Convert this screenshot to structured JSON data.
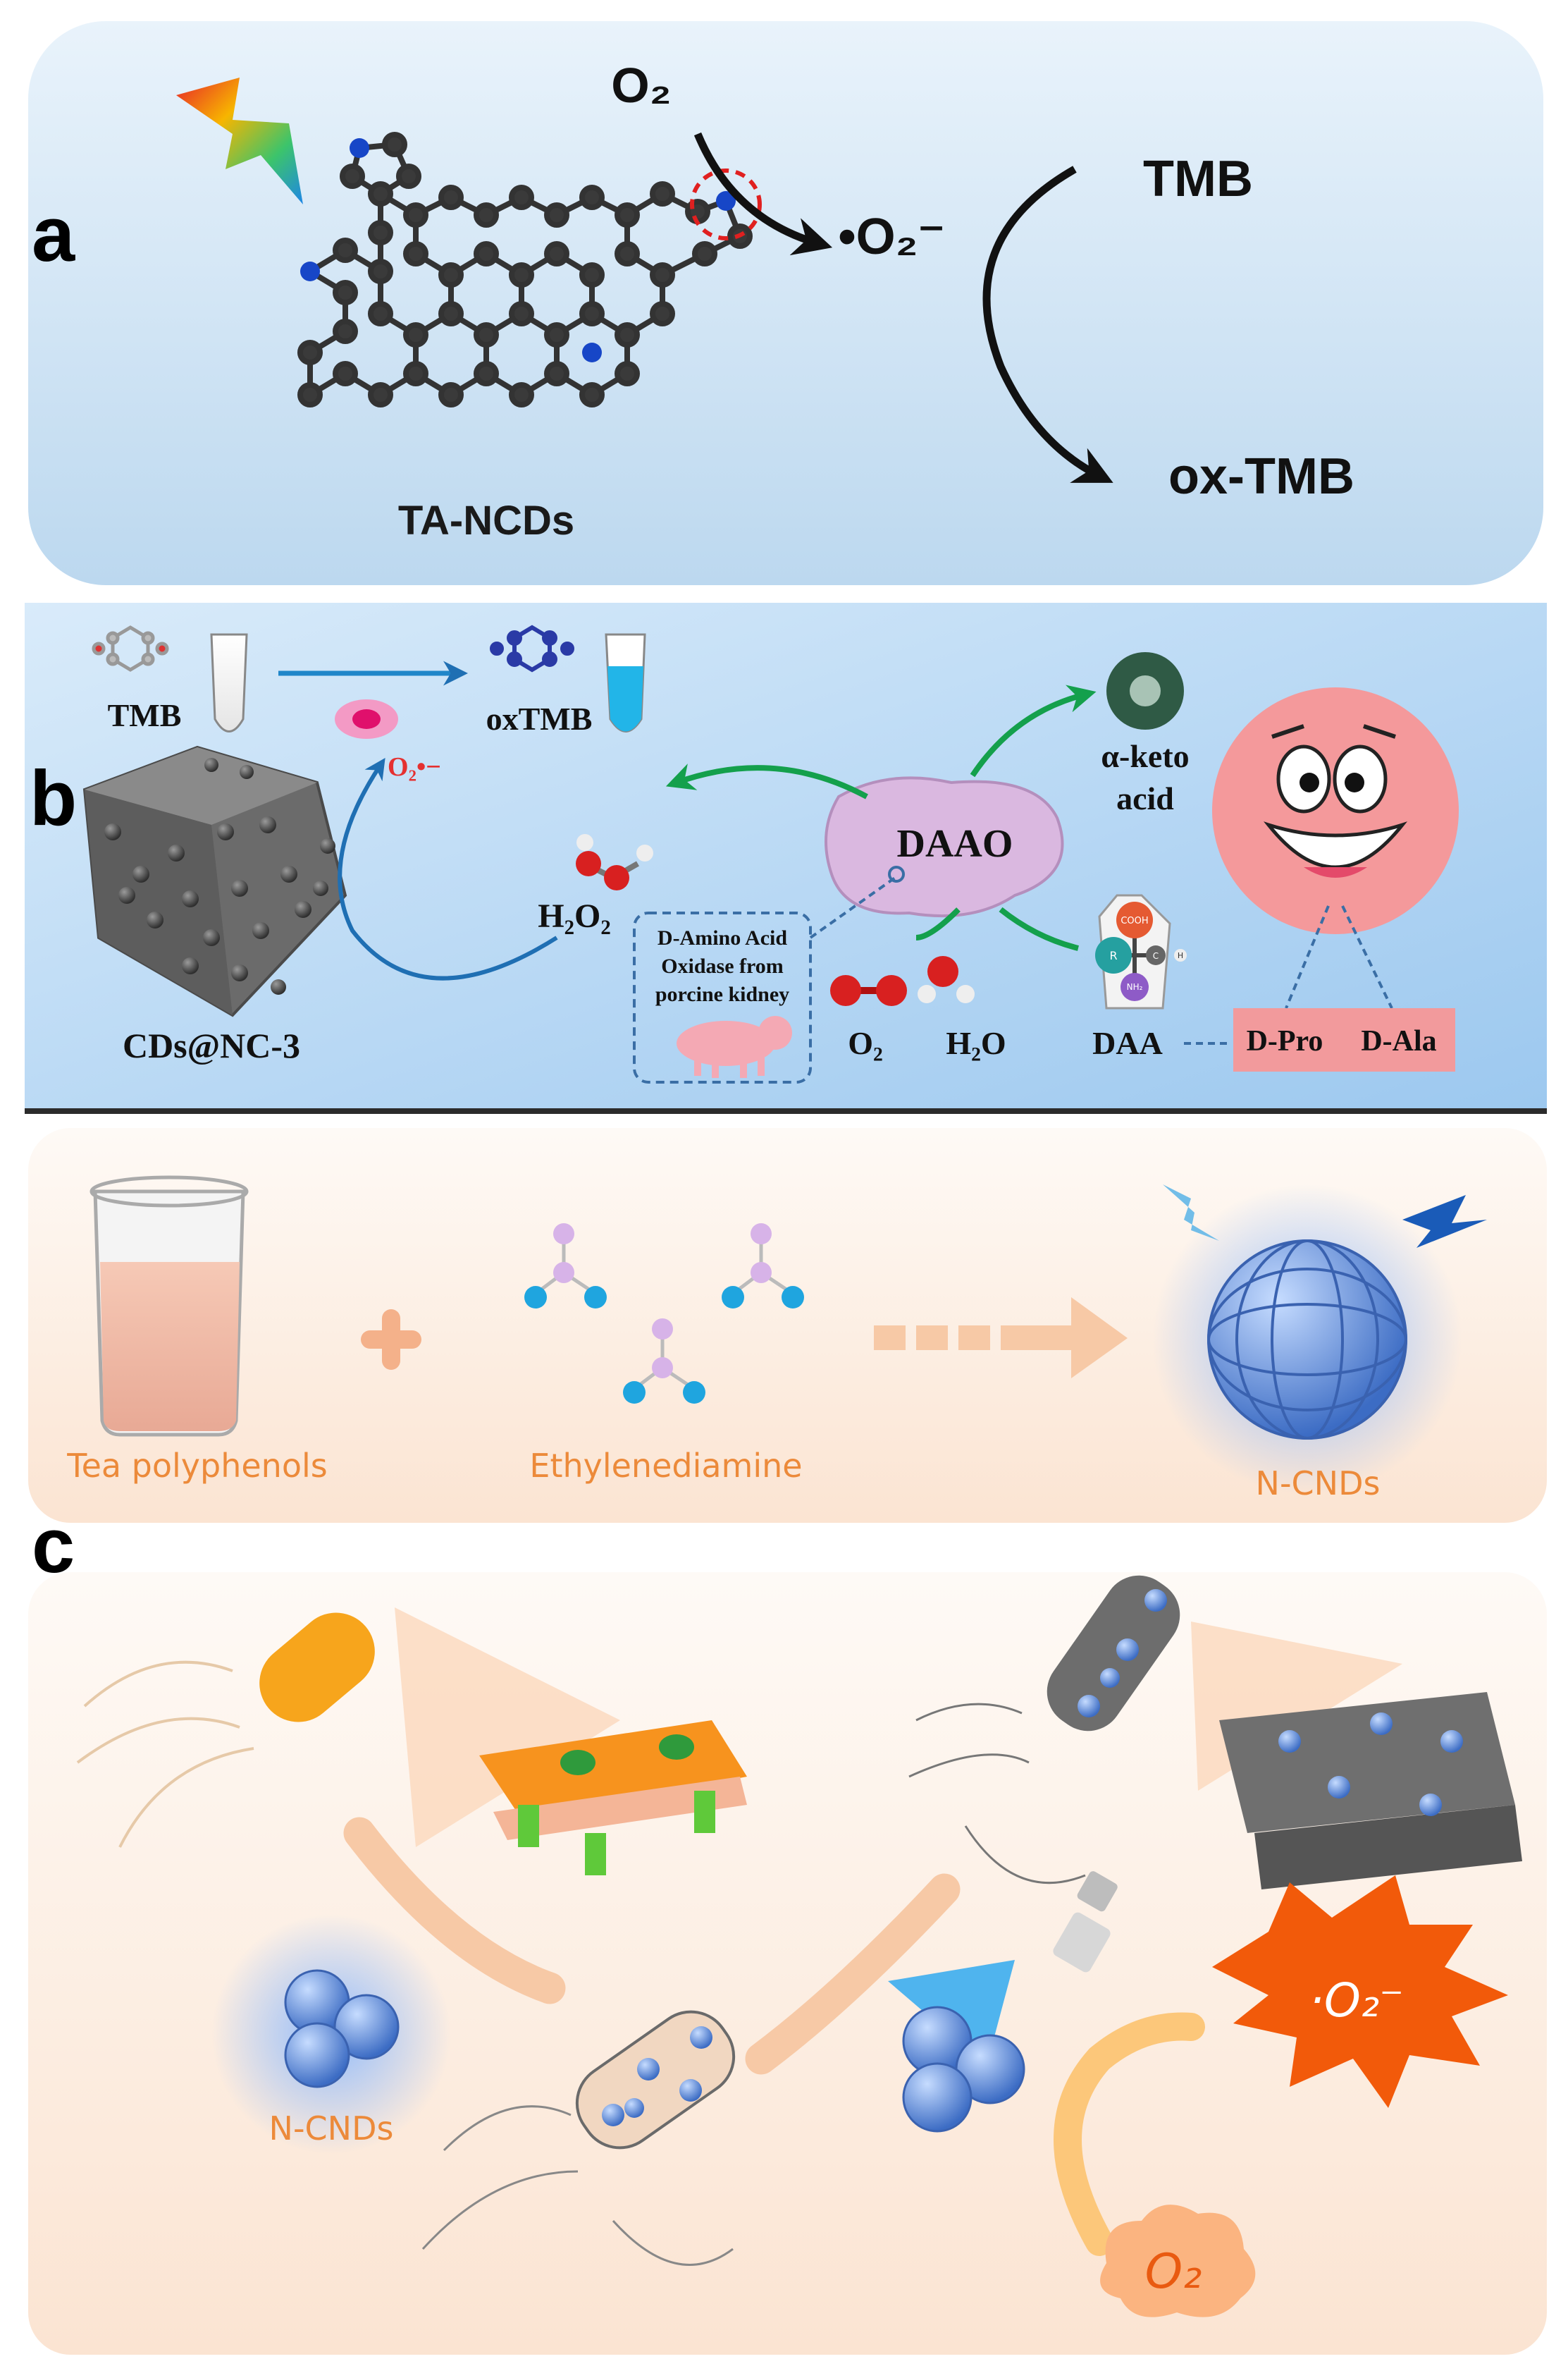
{
  "panel_labels": {
    "a": "a",
    "b": "b",
    "c": "c"
  },
  "panel_a": {
    "molecule_label": "TA-NCDs",
    "o2": "O₂",
    "superoxide": "•O₂⁻",
    "tmb": "TMB",
    "ox_tmb": "ox-TMB"
  },
  "panel_b": {
    "tmb": "TMB",
    "oxtmb": "oxTMB",
    "o2_radical": "O₂•−",
    "h2o2": "H₂O₂",
    "cds": "CDs@NC-3",
    "daao": "DAAO",
    "keto_line1": "α-keto",
    "keto_line2": "acid",
    "oxidase_line1": "D-Amino Acid",
    "oxidase_line2": "Oxidase from",
    "oxidase_line3": "porcine kidney",
    "o2": "O₂",
    "h2o": "H₂O",
    "daa": "DAA",
    "d_pro": "D-Pro",
    "d_ala": "D-Ala",
    "cooh": "COOH",
    "r": "R",
    "c": "C",
    "h": "H",
    "nh2": "NH₂"
  },
  "panel_c": {
    "tea": "Tea polyphenols",
    "ethylenediamine": "Ethylenediamine",
    "ncnds_top": "N-CNDs",
    "ncnds_bottom": "N-CNDs",
    "superoxide": "·O₂⁻",
    "o2": "O₂"
  },
  "colors": {
    "panel_a_bg": "#cfe4f4",
    "panel_b_bg": "#c2dcf3",
    "panel_c_bg": "#fdf0e6",
    "accent_orange": "#f08a3c",
    "daao_purple": "#d9b5de",
    "face_pink": "#f2969a",
    "blue_sphere": "#5e8fd6"
  }
}
